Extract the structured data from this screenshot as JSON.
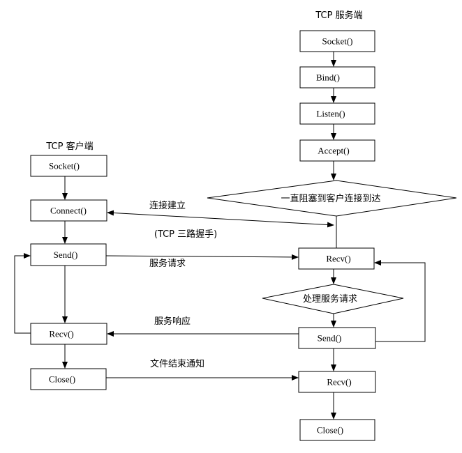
{
  "server": {
    "title": "TCP 服务端",
    "socket": "Socket()",
    "bind": "Bind()",
    "listen": "Listen()",
    "accept": "Accept()",
    "block": "一直阻塞到客户连接到达",
    "recv1": "Recv()",
    "process": "处理服务请求",
    "send": "Send()",
    "recv2": "Recv()",
    "close": "Close()"
  },
  "client": {
    "title": "TCP 客户端",
    "socket": "Socket()",
    "connect": "Connect()",
    "send": "Send()",
    "recv": "Recv()",
    "close": "Close()"
  },
  "messages": {
    "connect": "连接建立",
    "handshake": "(TCP 三路握手)",
    "request": "服务请求",
    "response": "服务响应",
    "end_notice": "文件结束通知"
  }
}
